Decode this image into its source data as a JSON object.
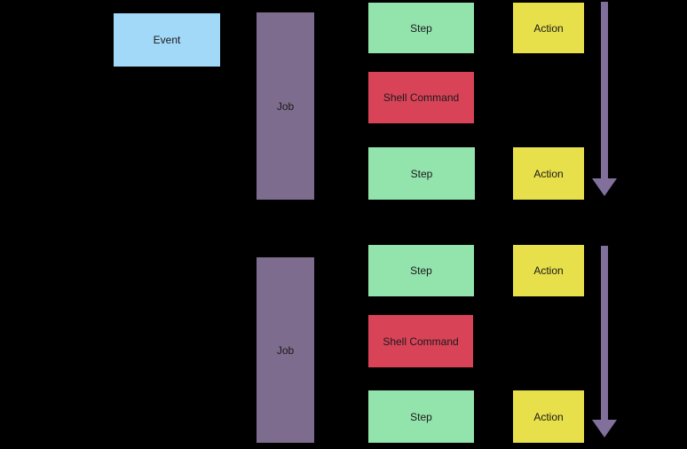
{
  "diagram": {
    "name": "workflow-diagram",
    "event": {
      "label": "Event"
    },
    "jobs": [
      {
        "label": "Job",
        "steps": [
          {
            "label": "Step"
          },
          {
            "label": "Shell Command"
          },
          {
            "label": "Step"
          }
        ],
        "actions": [
          {
            "label": "Action"
          },
          {
            "label": "Action"
          }
        ]
      },
      {
        "label": "Job",
        "steps": [
          {
            "label": "Step"
          },
          {
            "label": "Shell Command"
          },
          {
            "label": "Step"
          }
        ],
        "actions": [
          {
            "label": "Action"
          },
          {
            "label": "Action"
          }
        ]
      }
    ],
    "colors": {
      "background": "#000000",
      "event": "#a3d9f8",
      "job": "#7e6c8e",
      "step": "#93e3ad",
      "shell_command": "#d94358",
      "action": "#e8e04a",
      "arrow": "#80709b",
      "text": "#1a1a1a"
    }
  }
}
